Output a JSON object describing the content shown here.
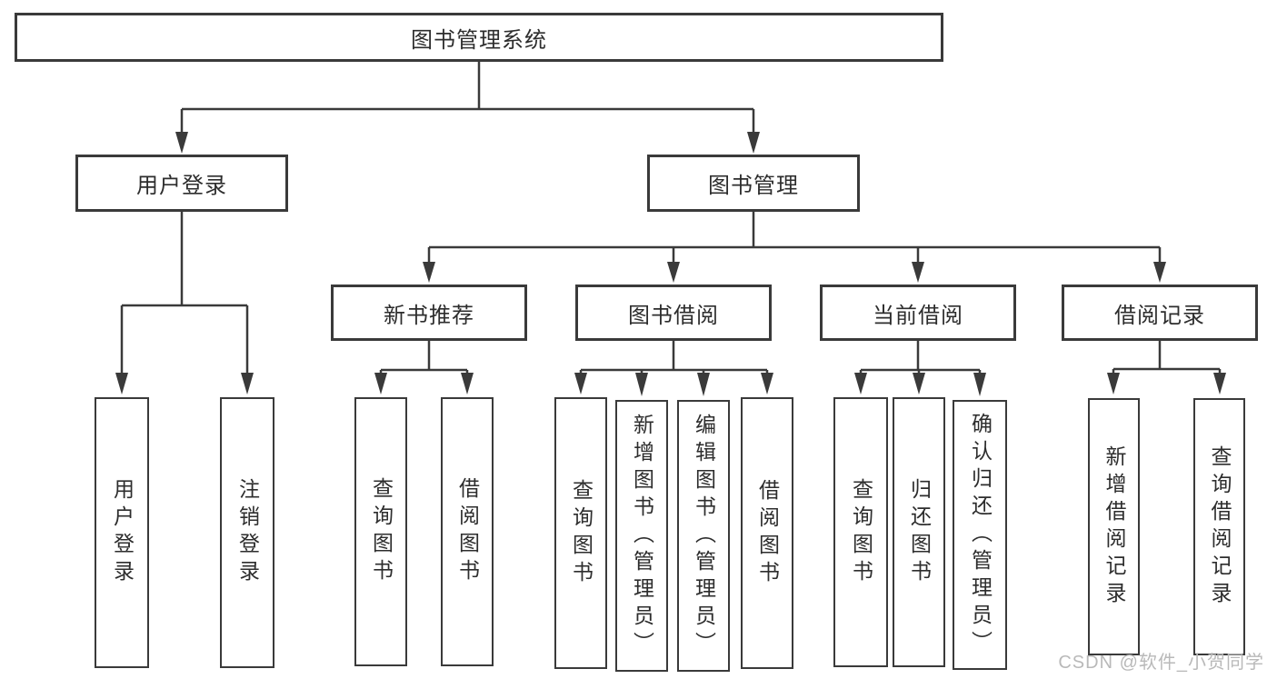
{
  "tree": {
    "label": "图书管理系统",
    "children": [
      {
        "label": "用户登录",
        "children": [
          {
            "label": "用户登录"
          },
          {
            "label": "注销登录"
          }
        ]
      },
      {
        "label": "图书管理",
        "children": [
          {
            "label": "新书推荐",
            "children": [
              {
                "label": "查询图书"
              },
              {
                "label": "借阅图书"
              }
            ]
          },
          {
            "label": "图书借阅",
            "children": [
              {
                "label": "查询图书"
              },
              {
                "label": "新增图书（管理员）"
              },
              {
                "label": "编辑图书（管理员）"
              },
              {
                "label": "借阅图书"
              }
            ]
          },
          {
            "label": "当前借阅",
            "children": [
              {
                "label": "查询图书"
              },
              {
                "label": "归还图书"
              },
              {
                "label": "确认归还（管理员）"
              }
            ]
          },
          {
            "label": "借阅记录",
            "children": [
              {
                "label": "新增借阅记录"
              },
              {
                "label": "查询借阅记录"
              }
            ]
          }
        ]
      }
    ]
  },
  "watermark": "CSDN @软件_小贺同学",
  "colors": {
    "line": "#3a3a3a",
    "text": "#2d2d2d",
    "watermark": "#b9b9b9",
    "background": "#ffffff"
  }
}
